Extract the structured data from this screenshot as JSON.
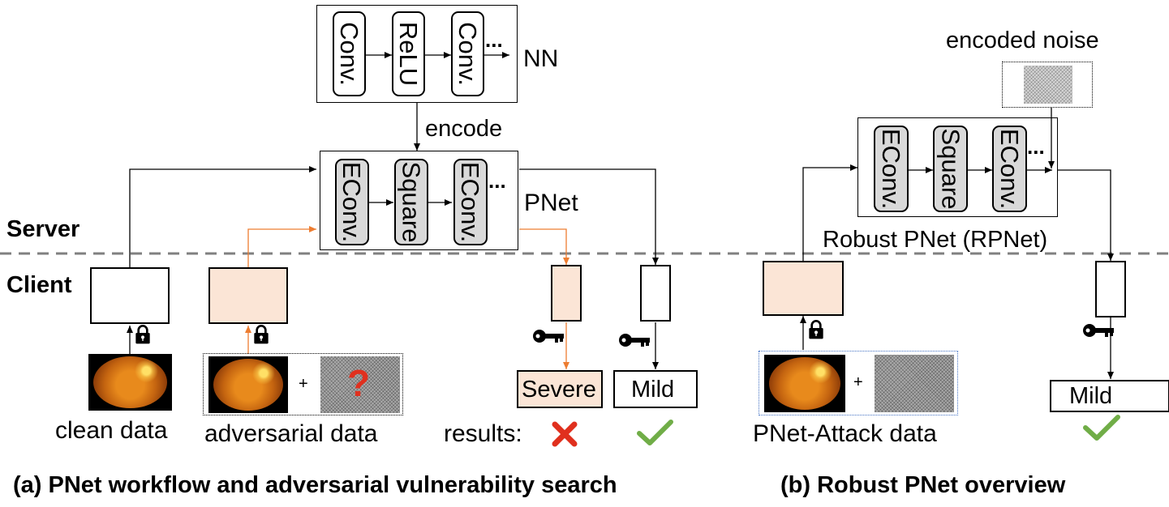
{
  "server_label": "Server",
  "client_label": "Client",
  "nn": {
    "label": "NN",
    "ops": [
      "Conv.",
      "ReLU",
      "Conv."
    ],
    "ellipsis": "..."
  },
  "encode_label": "encode",
  "pnet": {
    "label": "PNet",
    "ops": [
      "EConv.",
      "Square",
      "EConv."
    ],
    "ellipsis": "..."
  },
  "rpnet": {
    "label": "Robust PNet (RPNet)",
    "ops": [
      "EConv.",
      "Square",
      "EConv."
    ],
    "ellipsis": "..."
  },
  "encoded_noise_label": "encoded noise",
  "clean_data_label": "clean data",
  "adversarial_data_label": "adversarial data",
  "pnet_attack_data_label": "PNet-Attack data",
  "plus_sign": "+",
  "question_mark": "?",
  "results_label": "results:",
  "result_severe": "Severe",
  "result_mild_a": "Mild",
  "result_mild_b": "Mild",
  "caption_a": "(a) PNet workflow and adversarial vulnerability search",
  "caption_b": "(b) Robust PNet overview",
  "colors": {
    "adversarial_fill": "#fbe5d6",
    "orange_arrow": "#ed7d31",
    "grey_op": "#d9d9d9",
    "check_green": "#70ad47",
    "cross_red": "#e0301e",
    "dashed_divider": "#808080",
    "dotted_border_blue": "#4472c4"
  },
  "icons": [
    "lock-icon",
    "key-icon",
    "check-icon",
    "cross-icon",
    "question-icon",
    "fundus-image",
    "noise-image"
  ]
}
